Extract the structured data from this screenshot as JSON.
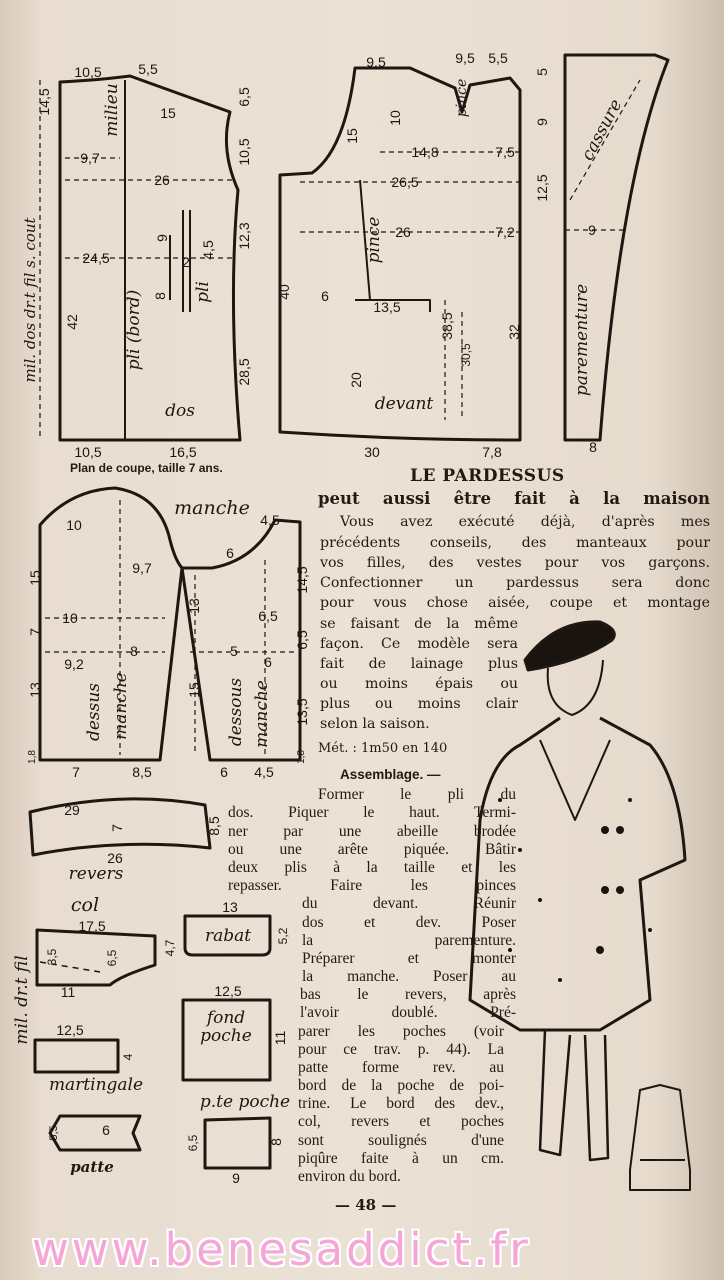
{
  "caption": "Plan de coupe, taille 7 ans.",
  "article": {
    "title": "LE PARDESSUS",
    "subtitle": "peut aussi être fait à la maison",
    "intro_lines": [
      "Vous avez exécuté déjà, d'après mes",
      "précédents conseils, des manteaux pour",
      "vos filles, des vestes pour vos garçons.",
      "Confectionner un pardessus sera donc",
      "pour vous chose aisée, coupe et montage",
      "se faisant de la même",
      "façon. Ce modèle sera",
      "fait de lainage plus",
      "ou moins épais ou",
      "plus ou moins clair",
      "selon la saison."
    ],
    "metrage": "Mét. : 1m50 en 140",
    "assemblage_heading": "Assemblage. —",
    "assemblage_lines": [
      "Former le pli du",
      "dos. Piquer le haut. Termi-",
      "ner par une abeille brodée",
      "ou une arête piquée. Bâtir",
      "deux plis à la taille et les",
      "repasser. Faire les pinces",
      "du devant. Réunir",
      "dos et dev. Poser",
      "la parementure.",
      "Préparer et monter",
      "la manche. Poser au",
      "bas le revers, après",
      "l'avoir doublé. Pré-",
      "parer les poches (voir",
      "pour ce trav. p. 44). La",
      "patte forme rev. au",
      "bord de la poche de poi-",
      "trine. Le bord des dev.,",
      "col, revers et poches",
      "sont soulignés d'une",
      "piqûre faite à un cm.",
      "environ du bord."
    ]
  },
  "dos": [
    "10,5",
    "5,5",
    "6,5",
    "14,5",
    "milieu",
    "15",
    "9,7",
    "10,5",
    "26",
    "12,3",
    "9",
    "24,5",
    "2",
    "4,5",
    "8",
    "pli",
    "42",
    "pli (bord)",
    "28,5",
    "dos",
    "10,5",
    "16,5",
    "mil. dos dr.t fil s. cout"
  ],
  "devant": [
    "9,5",
    "9,5",
    "5,5",
    "5",
    "10",
    "pince",
    "15",
    "14,8",
    "7,5",
    "9",
    "12,5",
    "cassure",
    "26,5",
    "26",
    "7,2",
    "9",
    "pince",
    "40",
    "6",
    "13,5",
    "38,5",
    "30,5",
    "32",
    "parementure",
    "20",
    "devant",
    "30",
    "7,8",
    "8"
  ],
  "manche": [
    "manche",
    "4,5",
    "10",
    "6",
    "9,7",
    "15",
    "14,5",
    "13",
    "10",
    "6,5",
    "6,5",
    "7",
    "8",
    "5",
    "6",
    "9,2",
    "dessus",
    "manche",
    "15",
    "dessous",
    "manche",
    "13",
    "13,5",
    "1,8",
    "1,8",
    "7",
    "8,5",
    "6",
    "4,5"
  ],
  "pieces": [
    "29",
    "7",
    "8,5",
    "26",
    "revers",
    "col",
    "17,5",
    "3,5",
    "6,5",
    "4,7",
    "11",
    "13",
    "rabat",
    "5,2",
    "12,5",
    "fond",
    "poche",
    "11",
    "mil. dr.t fil",
    "12,5",
    "4",
    "martingale",
    "p.te poche",
    "5,5",
    "6",
    "patte",
    "6,5",
    "8",
    "9"
  ],
  "page_number": "— 48 —",
  "watermark": "www.benesaddict.fr",
  "colors": {
    "paper": "#ebe1d5",
    "ink": "#231a14",
    "watermark": "#f6a6d6"
  }
}
